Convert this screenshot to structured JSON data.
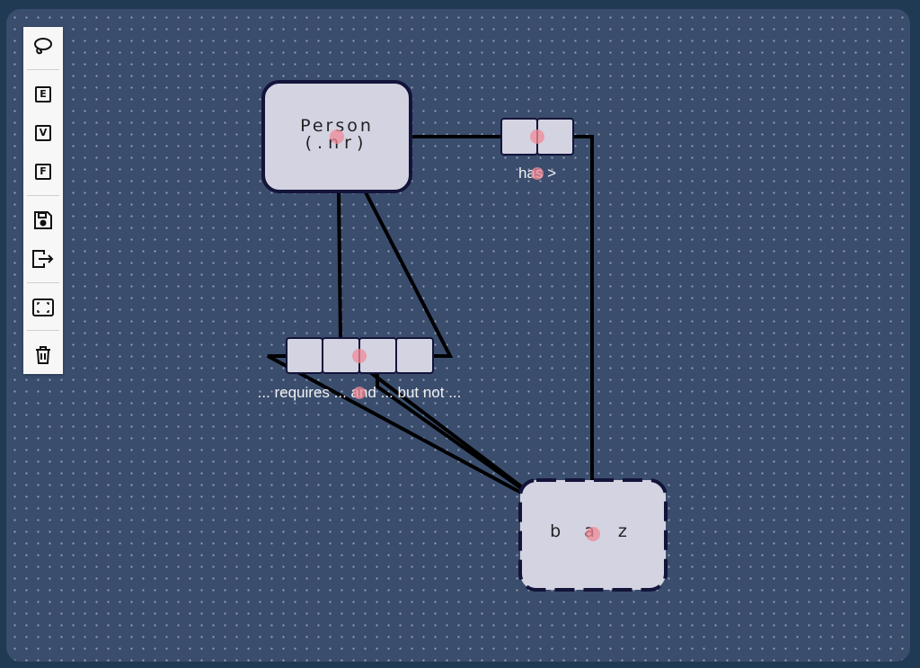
{
  "toolbar": {
    "tools": [
      {
        "id": "lasso",
        "icon": "lasso-icon"
      },
      {
        "id": "entity",
        "icon": "entity-icon",
        "letter": "E"
      },
      {
        "id": "value",
        "icon": "value-icon",
        "letter": "V"
      },
      {
        "id": "fact",
        "icon": "fact-icon",
        "letter": "F"
      },
      {
        "id": "save",
        "icon": "save-icon"
      },
      {
        "id": "export",
        "icon": "export-icon"
      },
      {
        "id": "fit",
        "icon": "fit-screen-icon"
      },
      {
        "id": "delete",
        "icon": "trash-icon"
      }
    ]
  },
  "diagram": {
    "entity_person": {
      "line1": "Person",
      "line2": "(.nr)"
    },
    "value_baz": {
      "label": "b a z"
    },
    "fact_has": {
      "roles": 2,
      "label": "has >"
    },
    "fact_requires": {
      "roles": 4,
      "label": "... requires ... and ... but not ..."
    }
  },
  "colors": {
    "canvas": "#3a4d6d",
    "node_fill": "#d4d3e2",
    "node_border": "#14143a",
    "edge": "#000000",
    "marker": "#f08a96"
  }
}
